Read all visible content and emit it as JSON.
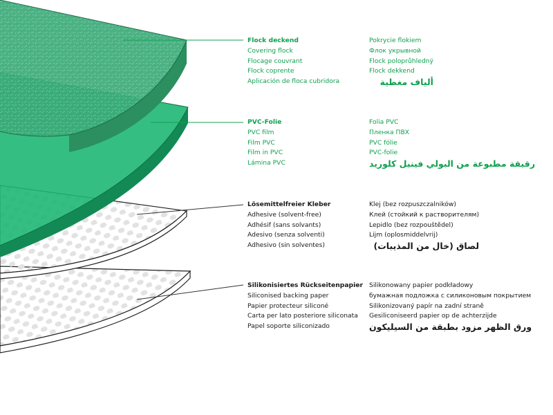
{
  "layers": [
    {
      "name": "flock",
      "color": "#3aaa78",
      "left": [
        "Flock deckend",
        "Covering flock",
        "Flocage couvrant",
        "Flock coprente",
        "Aplicación de floca cubridora"
      ],
      "right": [
        "Pokrycie flokiem",
        "Флок укрывной",
        "Flock poloprůhledný",
        "Flock dekkend"
      ],
      "right_arabic": "ألياف مغطية"
    },
    {
      "name": "pvc",
      "color": "#1fb774",
      "left": [
        "PVC-Folie",
        "PVC film",
        "Film PVC",
        "Film in PVC",
        "Lámina PVC"
      ],
      "right": [
        "Folia PVC",
        "Пленка ПВХ",
        "PVC fólie",
        "PVC-folie"
      ],
      "right_arabic": "رقيقة مطبوعة من البولي فينيل كلوريد"
    },
    {
      "name": "adhesive",
      "color": "#f2f2f2",
      "left": [
        "Lösemittelfreier Kleber",
        "Adhesive (solvent-free)",
        "Adhésif (sans solvants)",
        "Adesivo (senza solventi)",
        "Adhesivo (sin solventes)"
      ],
      "right": [
        "Klej (bez rozpuszczalników)",
        "Клей (стойкий к растворителям)",
        "Lepidlo (bez rozpouštědel)",
        "Lijm (oplosmiddelvrij)"
      ],
      "right_arabic": "لصاق (خال من المذيبات)"
    },
    {
      "name": "backing",
      "color": "#f5f5f5",
      "left": [
        "Silikonisiertes Rückseitenpapier",
        "Siliconised backing paper",
        "Papier protecteur siliconé",
        "Carta per lato posteriore siliconata",
        "Papel soporte siliconizado"
      ],
      "right": [
        "Silikonowany papier podkładowy",
        "бумажная подложка с силиконовым покрытием",
        "Silikonizovaný papír na zadní straně",
        "Gesiliconiseerd papier op de achterzijde"
      ],
      "right_arabic": "ورق الظهر مزود بطبقة من السيليكون"
    }
  ],
  "colors": {
    "accent_green": "#10a050",
    "text_dark": "#1a1a1a"
  }
}
